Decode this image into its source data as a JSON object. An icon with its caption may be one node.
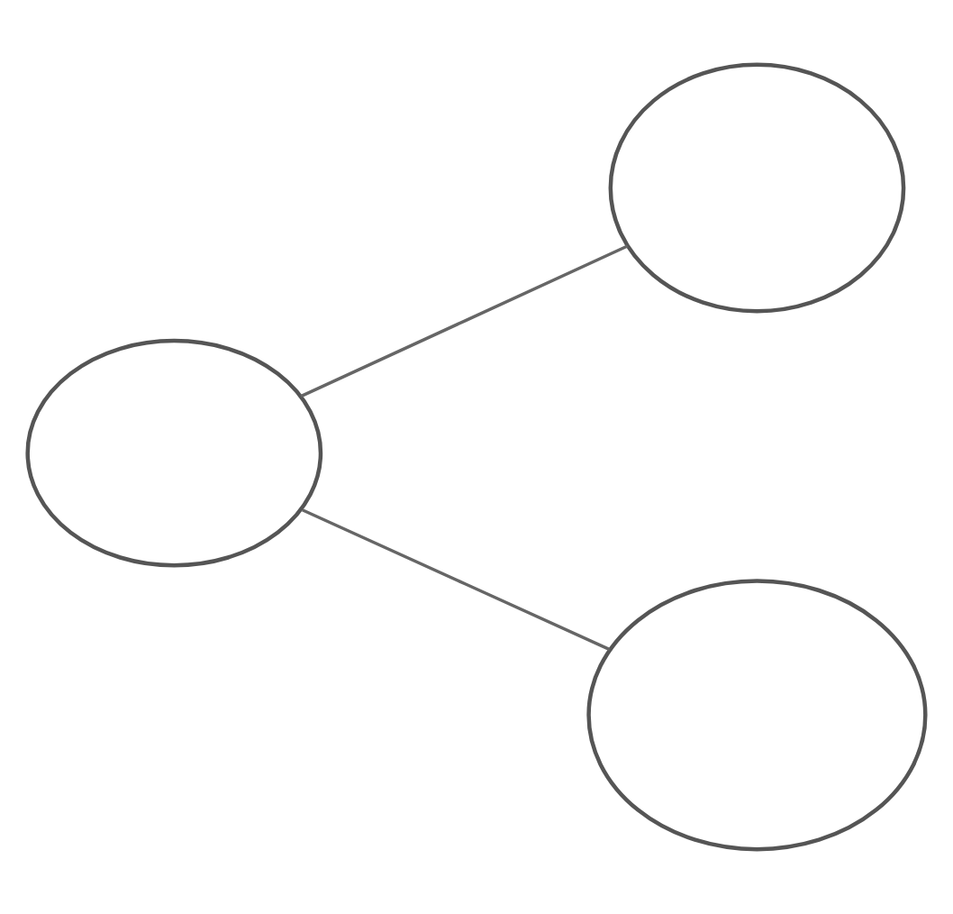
{
  "diagram": {
    "nodes": [
      {
        "text": [],
        "shape": "ellipse"
      },
      {
        "text": [],
        "shape": "ellipse"
      },
      {
        "text": [],
        "shape": "ellipse"
      }
    ],
    "edges": [
      {
        "from": 1,
        "to": 0,
        "arrow": "none"
      },
      {
        "from": 1,
        "to": 2,
        "arrow": "none"
      }
    ]
  }
}
